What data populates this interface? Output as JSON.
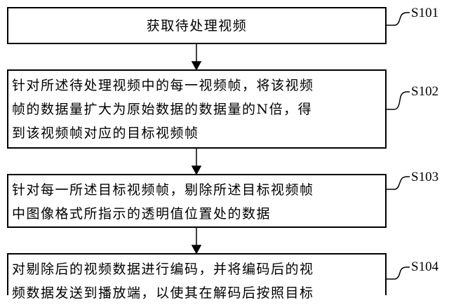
{
  "steps": [
    {
      "id": "S101",
      "lines": [
        "获取待处理视频"
      ]
    },
    {
      "id": "S102",
      "lines": [
        "针对所述待处理视频中的每一视频帧，将该视频",
        "帧的数据量扩大为原始数据的数据量的N倍，得",
        "到该视频帧对应的目标视频帧"
      ]
    },
    {
      "id": "S103",
      "lines": [
        "针对每一所述目标视频帧，剔除所述目标视频帧",
        "中图像格式所指示的透明值位置处的数据"
      ]
    },
    {
      "id": "S104",
      "lines": [
        "对剔除后的视频数据进行编码，并将编码后的视",
        "频数据发送到播放端，以使其在解码后按照目标"
      ]
    }
  ]
}
